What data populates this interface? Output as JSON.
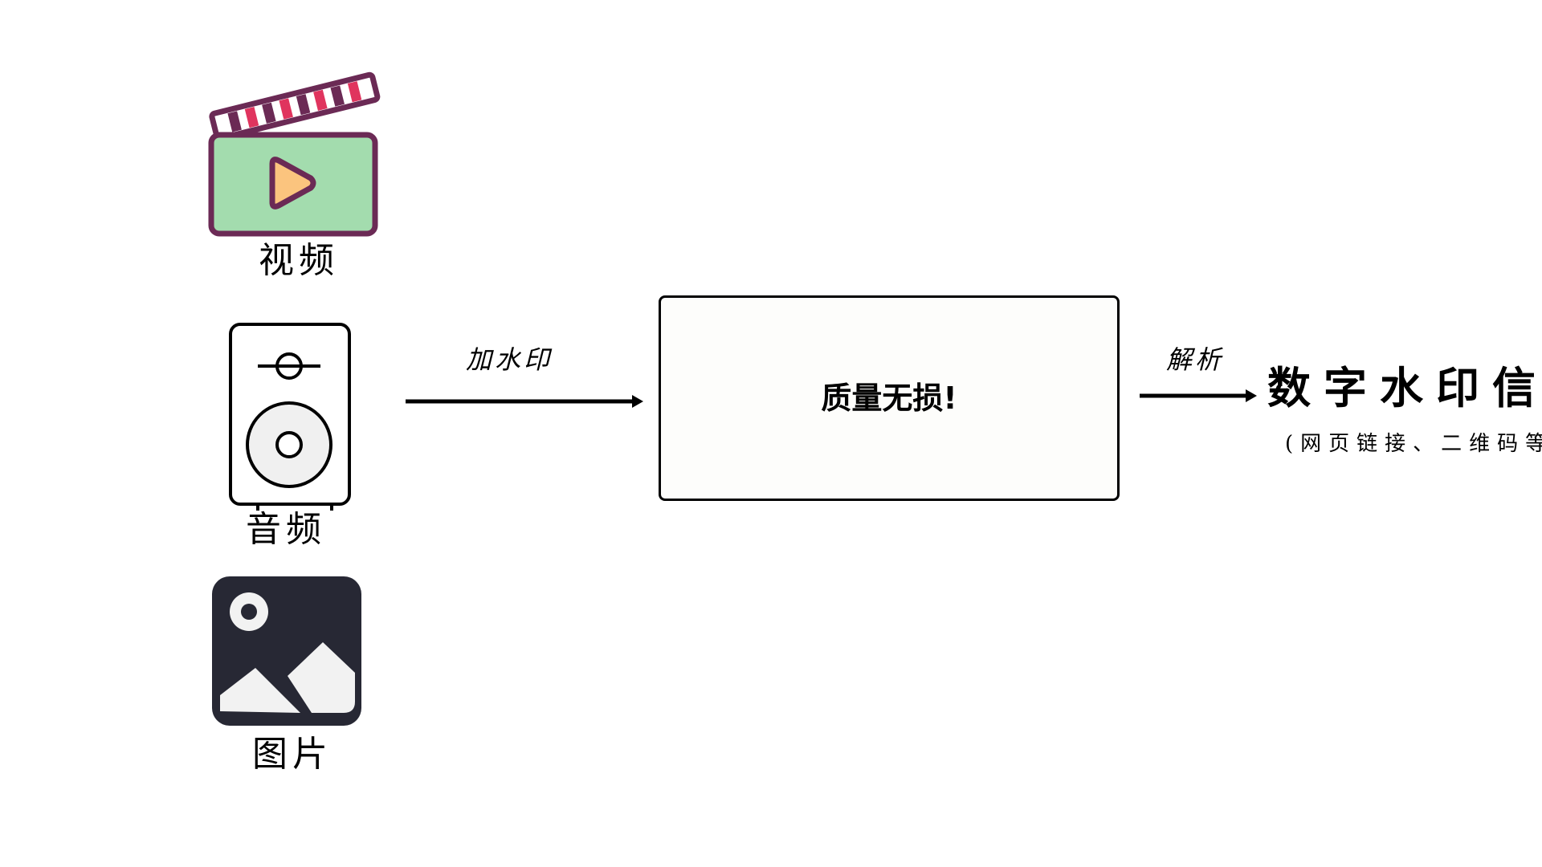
{
  "inputs": [
    {
      "caption": "视频",
      "icon": "video-clapperboard-icon"
    },
    {
      "caption": "音频",
      "icon": "speaker-icon"
    },
    {
      "caption": "图片",
      "icon": "image-icon"
    }
  ],
  "embed_arrow": {
    "label": "加水印"
  },
  "center_box": {
    "text": "质量无损!"
  },
  "extract_arrow": {
    "label": "解析"
  },
  "result": {
    "title": "数字水印信息",
    "subtitle": "(网页链接、二维码等)"
  },
  "colors": {
    "clapper_outline": "#6b2a55",
    "clapper_screen": "#a3dcae",
    "clapper_stripe": "#e0345e",
    "play_fill": "#fbc47e",
    "speaker_body": "#ffffff",
    "speaker_cone": "#f0f0f0",
    "image_bg": "#272834",
    "image_fg": "#f2f2f2"
  }
}
